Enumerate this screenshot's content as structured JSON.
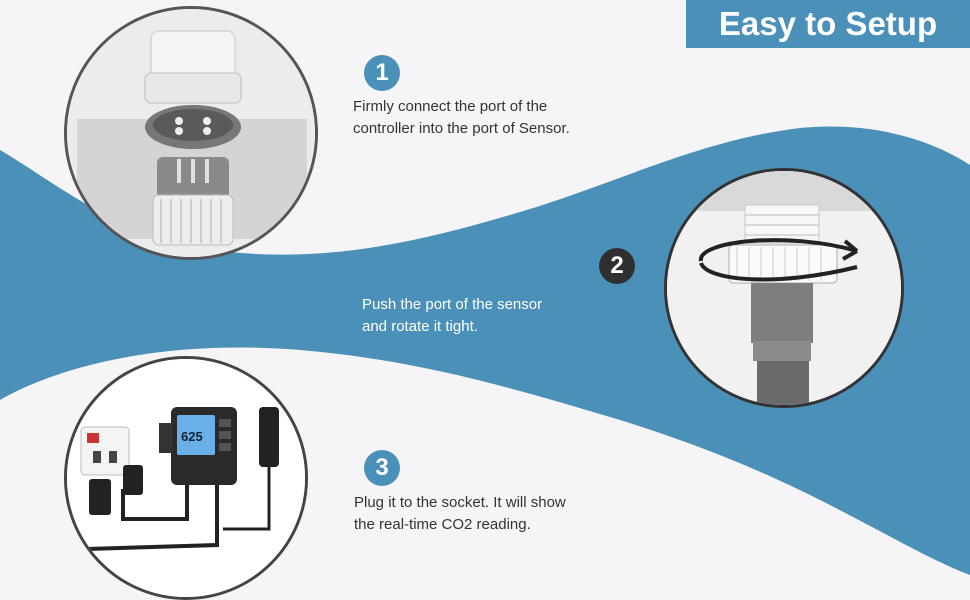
{
  "banner": {
    "title": "Easy to Setup"
  },
  "colors": {
    "accent": "#4a90b8",
    "dark_badge": "#2f2f2f",
    "background": "#f5f5f7"
  },
  "steps": [
    {
      "number": "1",
      "text_line1": "Firmly connect the port of the",
      "text_line2": "controller into the port of Sensor."
    },
    {
      "number": "2",
      "text_line1": "Push the port of the sensor",
      "text_line2": "and rotate it tight."
    },
    {
      "number": "3",
      "text_line1": "Plug it to the socket. It will show",
      "text_line2": "the real-time CO2 reading."
    }
  ],
  "controller": {
    "display_reading": "625"
  }
}
